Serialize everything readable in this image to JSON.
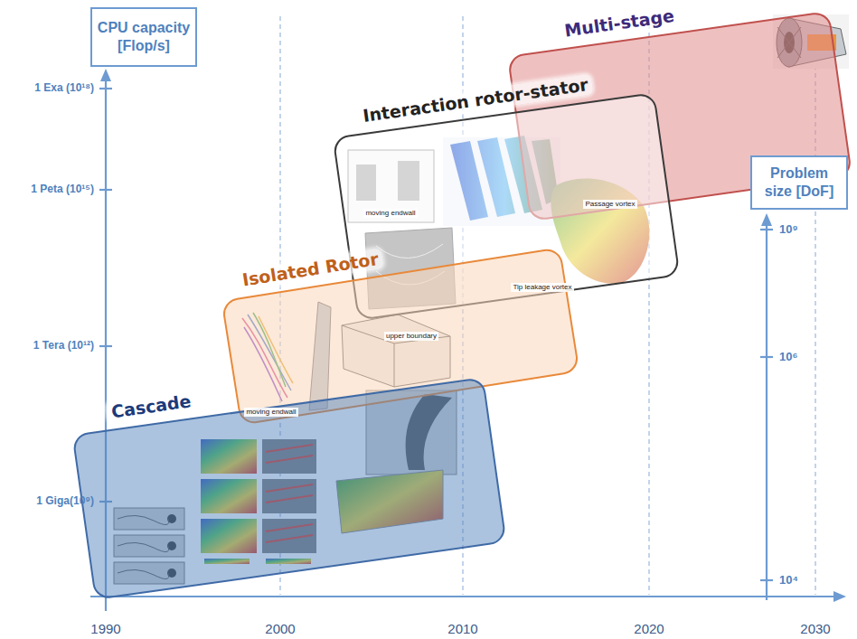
{
  "diagram": {
    "nodes": [
      {
        "text": [
          "CPU capacity [Flop/s]"
        ]
      },
      {
        "text": [
          "Multi-stage"
        ]
      },
      {
        "text": [
          "Problem size [DoF]"
        ]
      },
      {
        "text": [
          "Interaction rotor-stator"
        ]
      },
      {
        "text": [
          "Isolated Rotor"
        ]
      },
      {
        "text": [
          "Cascade"
        ]
      }
    ],
    "labels": [
      "1 Exa (10¹⁸)",
      "1 Peta (10¹⁵)",
      "1 Tera (10¹²)",
      "1 Giga(10⁹)",
      "10⁹",
      "10⁶",
      "10⁴",
      "1990",
      "2000",
      "2010",
      "2020",
      "2030",
      "moving endwall",
      "upper boundary",
      "moving endwall",
      "Passage vortex",
      "Tip leakage vortex"
    ]
  }
}
